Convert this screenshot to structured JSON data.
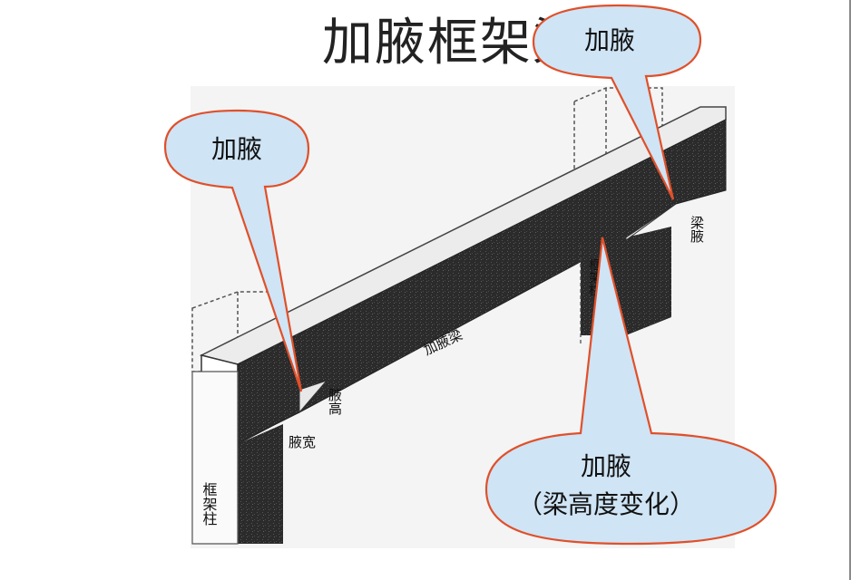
{
  "title": "加腋框架梁",
  "callouts": {
    "left": "加腋",
    "top_right": "加腋",
    "bottom_line1": "加腋",
    "bottom_line2": "（梁高度变化）"
  },
  "drawing_labels": {
    "haunch_height": "腋高",
    "haunch_width": "腋宽",
    "haunch_beam": "加腋梁",
    "beam_haunch": "梁腋",
    "frame_column_left": "框架柱",
    "frame_column_right": "框架柱"
  },
  "colors": {
    "callout_fill": "#cfe4f5",
    "callout_stroke": "#e0502a",
    "beam_dark": "#2e2e2e"
  }
}
